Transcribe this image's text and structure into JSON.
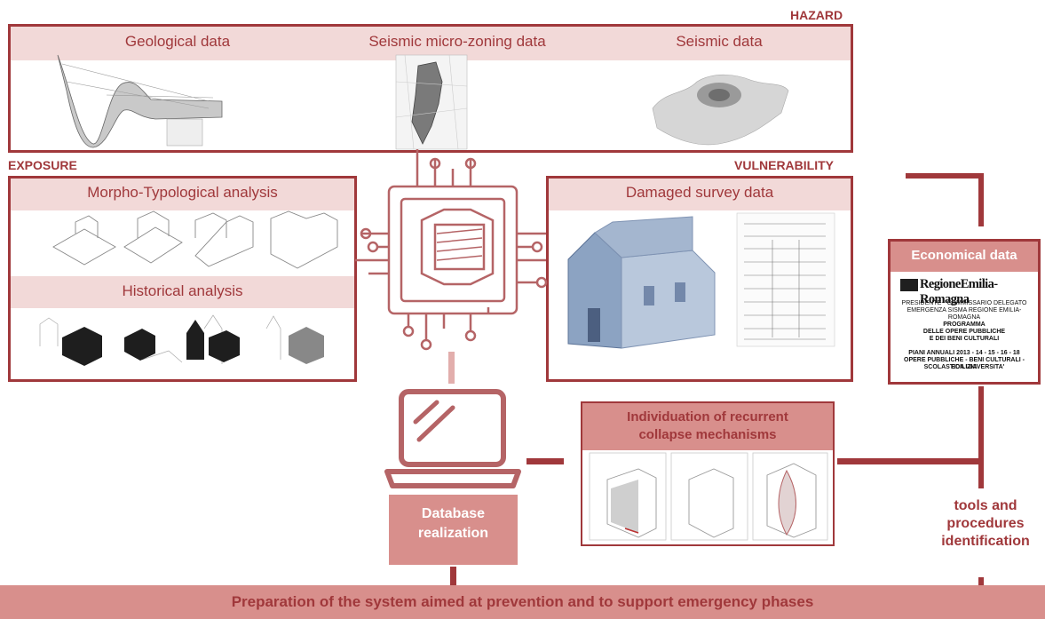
{
  "hazard": {
    "label": "HAZARD",
    "geological": "Geological data",
    "microzoning": "Seismic micro-zoning data",
    "seismic": "Seismic data"
  },
  "exposure": {
    "label": "EXPOSURE",
    "morpho": "Morpho-Typological analysis",
    "historical": "Historical analysis"
  },
  "vulnerability": {
    "label": "VULNERABILITY",
    "damaged": "Damaged survey data"
  },
  "economical": {
    "title": "Economical data",
    "logo": "RegioneEmilia-Romagna",
    "doc_lines": [
      "PRESIDENTE - COMMISSARIO DELEGATO",
      "EMERGENZA SISMA REGIONE EMILIA-ROMAGNA",
      "PROGRAMMA",
      "DELLE OPERE PUBBLICHE",
      "E DEI BENI CULTURALI",
      "PIANI ANNUALI 2013 - 14 - 15 - 16 - 18",
      "OPERE PUBBLICHE - BENI CULTURALI - EDILIZIA",
      "SCOLASTICA UNIVERSITA'"
    ]
  },
  "collapse": {
    "title_line1": "Individuation of recurrent",
    "title_line2": "collapse mechanisms"
  },
  "database": {
    "line1": "Database",
    "line2": "realization"
  },
  "tools": {
    "line1": "tools and",
    "line2": "procedures",
    "line3": "identification"
  },
  "footer": "Preparation of the system aimed at prevention and to support emergency phases",
  "colors": {
    "accent": "#a0383b",
    "band": "#f2d9d8",
    "fill": "#d88f8c"
  }
}
